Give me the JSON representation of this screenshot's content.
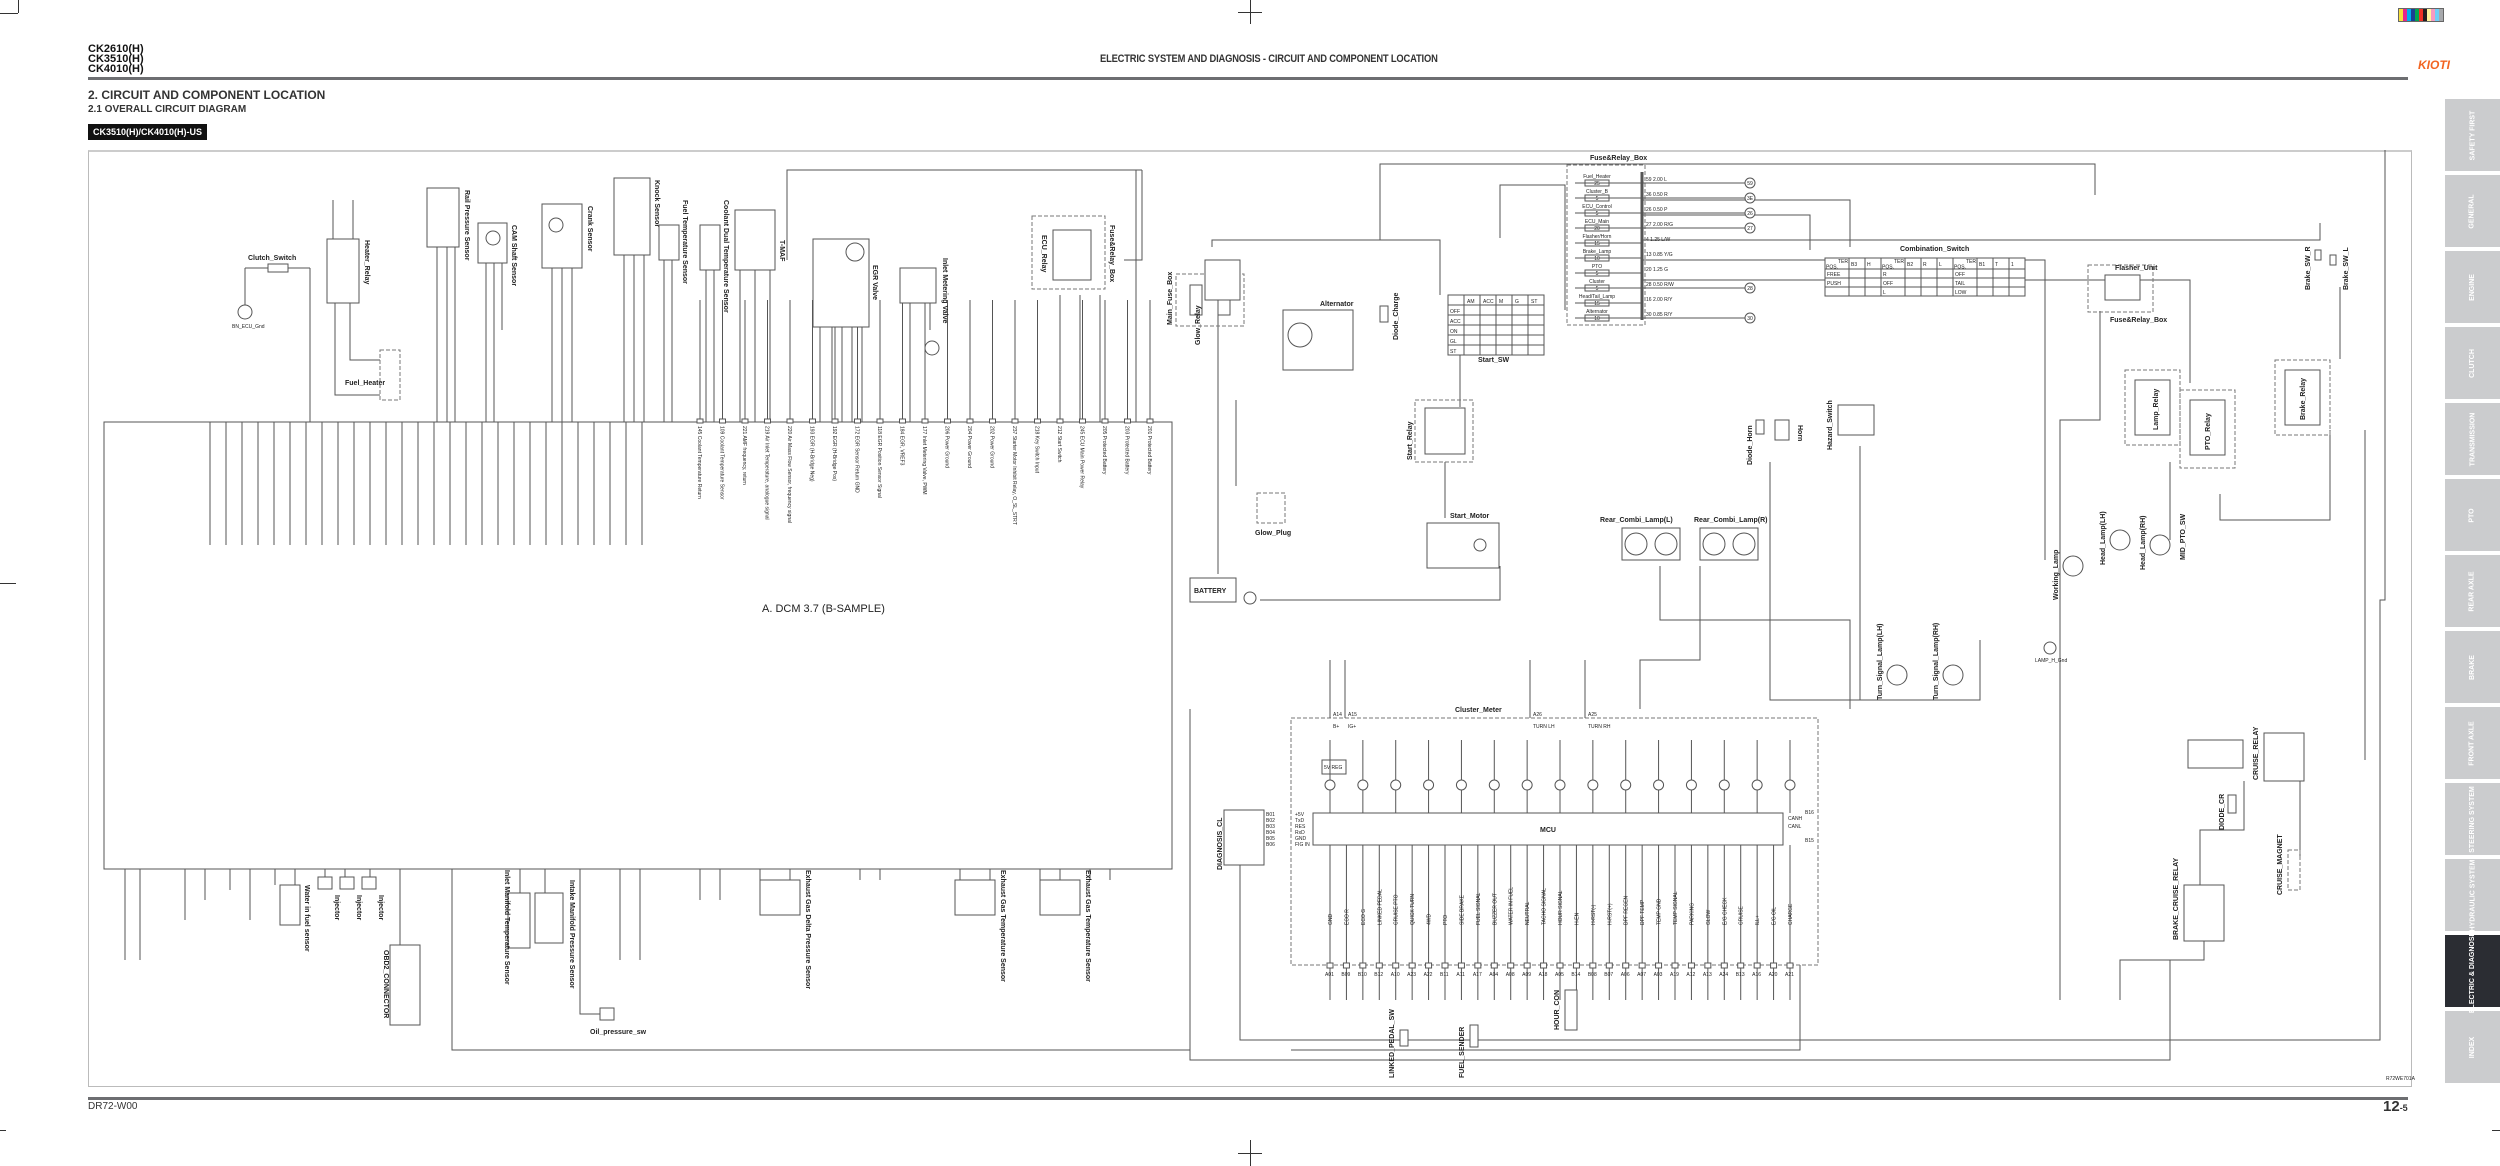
{
  "header": {
    "models": [
      "CK2610(H)",
      "CK3510(H)",
      "CK4010(H)"
    ],
    "title": "ELECTRIC SYSTEM AND DIAGNOSIS - CIRCUIT AND COMPONENT LOCATION",
    "logo_text": "KIOTI",
    "print_colors": [
      "#f7e03b",
      "#e5258c",
      "#00aeef",
      "#1b3f94",
      "#00a650",
      "#ee3124",
      "#231f20",
      "#fff59a",
      "#f49ac1",
      "#6dcff6",
      "#a7a9ac"
    ]
  },
  "section": {
    "heading": "2. CIRCUIT AND COMPONENT LOCATION",
    "subheading": "2.1  OVERALL CIRCUIT DIAGRAM",
    "model_badge": "CK3510(H)/CK4010(H)-US"
  },
  "diagram": {
    "dcm_label": "A. DCM 3.7 (B-SAMPLE)",
    "dcm_pins": [
      "145 Coolant Temperature Return",
      "109 Coolant Temperature Sensor",
      "221 AMF frequency, return",
      "219 Air Inlet Temperature, analogue signal",
      "220 Air Mass Flow Sensor, frequency signal",
      "193 EGR (H-Bridge Neg)",
      "192 EGR (H-Bridge Pos)",
      "172 EGR Sensor Return GND",
      "118 EGR Position Sensor Signal",
      "184 EGR, VREF3",
      "177 Inlet Metering Valve, PWM",
      "206 Power Ground",
      "204 Power Ground",
      "202 Power Ground",
      "237 Starter Motor Inhibit Relay, O_SL_STRT",
      "218 Key Switch Input",
      "212 Start Switch",
      "245 ECU Main Power Relay",
      "205 Protected Battery",
      "203 Protected Battery",
      "201 Protected Battery"
    ],
    "components": {
      "clutch_switch": "Clutch_Switch",
      "bn_ecu_gnd": "BN_ECU_Gnd",
      "heater_relay": "Heater_Relay",
      "fuel_heater": "Fuel_Heater",
      "rail_pressure": "Rail Pressure Sensor",
      "cam_shaft": "CAM Shaft Sensor",
      "crank": "Crank Sensor",
      "knock": "Knock Sensor",
      "fuel_temp": "Fuel Temperature Sensor",
      "coolant": "Coolant Dual Temperature Sensor",
      "tmaf": "T-MAF",
      "egr": "EGR Valve",
      "inlet_metering": "Inlet Metering Valve",
      "ecu_relay": "ECU_Relay",
      "fuse_relay_box": "Fuse&Relay_Box",
      "main_fuse_box": "Main_Fuse_Box",
      "alternator": "Alternator",
      "diode_charge": "Diode_Charge",
      "glow_relay": "Glow_Relay",
      "glow_plug": "Glow_Plug",
      "battery": "BATTERY",
      "start_relay": "Start_Relay",
      "start_motor": "Start_Motor",
      "start_sw": "Start_SW",
      "combination_switch": "Combination_Switch",
      "flasher_unit": "Flasher_Unit",
      "brake_sw_r": "Brake_SW_R",
      "brake_sw_l": "Brake_SW_L",
      "diode_horn": "Diode_Horn",
      "horn": "Horn",
      "hazard_switch": "Hazard_Switch",
      "rear_combi_l": "Rear_Combi_Lamp(L)",
      "rear_combi_r": "Rear_Combi_Lamp(R)",
      "lamp_relay": "Lamp_Relay",
      "pto_relay": "PTO_Relay",
      "brake_relay": "Brake_Relay",
      "working_lamp": "Working_Lamp",
      "head_lamp_lh": "Head_Lamp(LH)",
      "head_lamp_rh": "Head_Lamp(RH)",
      "mid_pto_sw": "MID_PTO_SW",
      "turn_lamp_lh": "Turn_Signal_Lamp(LH)",
      "turn_lamp_rh": "Turn_Signal_Lamp(RH)",
      "lamp_h_gnd": "LAMP_H_Gnd",
      "cruise_relay": "CRUISE_RELAY",
      "brake_cruise_relay": "BRAKE_CRUISE_RELAY",
      "cruise_magnet": "CRUISE_MAGNET",
      "diode_cr": "DIODE_CR",
      "cluster_meter": "Cluster_Meter",
      "mcu": "MCU",
      "diagnosis_cl": "DIAGNOSIS_CL",
      "linked_pedal_sw": "LINKED_PEDAL_SW",
      "fuel_sender": "FUEL_SENDER",
      "hour_con": "HOUR_CON",
      "obd2": "OBD2_CONNECTOR",
      "oil_pressure_sw": "Oil_pressure_sw",
      "water_in_fuel": "Water in fuel sensor",
      "injector": "Injector",
      "inlet_manifold_temp": "Inlet Manifold Temperature Sensor",
      "intake_manifold_pressure": "Intake Manifold Pressure Sensor",
      "exhaust_temp": "Exhaust Gas Temperature Sensor",
      "exhaust_diff_pressure": "Exhaust Gas Delta Pressure Sensor",
      "five_v_reg": "5V REG",
      "drawing_code": "R72WE701A"
    },
    "fuse_box": {
      "rows": [
        {
          "name": "Fuel_Heater",
          "amp": "25",
          "wire": "59 2.00 L",
          "ref": "59"
        },
        {
          "name": "Cluster_B",
          "amp": "5",
          "wire": "36 0.50 R",
          "ref": "3E"
        },
        {
          "name": "ECU_Control",
          "amp": "5",
          "wire": "26 0.50 P",
          "ref": "26"
        },
        {
          "name": "ECU_Main",
          "amp": "20",
          "wire": "27 2.00 R/G",
          "ref": "27"
        },
        {
          "name": "Flasher/Horn",
          "amp": "15",
          "wire": "4 1.25 L/W",
          "ref": ""
        },
        {
          "name": "Brake_Lamp",
          "amp": "10",
          "wire": "13 0.85 Y/G",
          "ref": ""
        },
        {
          "name": "PTO",
          "amp": "5",
          "wire": "20 1.25 G",
          "ref": ""
        },
        {
          "name": "Cluster",
          "amp": "5",
          "wire": "28 0.50 R/W",
          "ref": "28"
        },
        {
          "name": "Head/Tail_Lamp",
          "amp": "15",
          "wire": "16 2.00 R/Y",
          "ref": ""
        },
        {
          "name": "Alternator",
          "amp": "10",
          "wire": "30 0.85 R/Y",
          "ref": "30"
        }
      ]
    },
    "start_sw": {
      "columns": [
        "AM",
        "ACC",
        "M",
        "G",
        "ST"
      ],
      "rows": [
        "OFF",
        "ACC",
        "ON",
        "GL",
        "ST"
      ]
    },
    "combination_switch": {
      "groups": [
        {
          "cols": [
            "B3",
            "H"
          ],
          "rows": [
            "FREE",
            "PUSH",
            ""
          ]
        },
        {
          "cols": [
            "B2",
            "R",
            "L"
          ],
          "rows": [
            "R",
            "OFF",
            "L"
          ]
        },
        {
          "cols": [
            "B1",
            "T",
            "1"
          ],
          "rows": [
            "OFF",
            "TAIL",
            "LOW"
          ]
        }
      ],
      "corner_ter": "TER.",
      "corner_pos": "POS."
    },
    "cluster_pins": [
      [
        "GND",
        "A01"
      ],
      [
        "ECO R",
        "B09"
      ],
      [
        "ECO G",
        "B10"
      ],
      [
        "LINKED PEDAL",
        "B12"
      ],
      [
        "CRUISE PTO",
        "A10"
      ],
      [
        "QUICK TURN",
        "A23"
      ],
      [
        "4WD",
        "A22"
      ],
      [
        "PTO",
        "B11"
      ],
      [
        "SIDE BRAKE",
        "A11"
      ],
      [
        "FUEL SIGNAL",
        "A17"
      ],
      [
        "BUZZER OUT",
        "A04"
      ],
      [
        "WATER IN FUEL",
        "A08"
      ],
      [
        "NEUTRAL",
        "A09"
      ],
      [
        "TACHO SIGNAL",
        "A18"
      ],
      [
        "HOUR SIGNAL",
        "A05"
      ],
      [
        "H-EN",
        "B14"
      ],
      [
        "H-RST(-)",
        "B08"
      ],
      [
        "H-RST(+)",
        "B07"
      ],
      [
        "DPF REGEN",
        "A06"
      ],
      [
        "DPF TEMP",
        "A07"
      ],
      [
        "TEMP GND",
        "A03"
      ],
      [
        "TEMP SIGNAL",
        "A19"
      ],
      [
        "PARKING",
        "A12"
      ],
      [
        "GLOW",
        "A13"
      ],
      [
        "E/G CHECK",
        "A24"
      ],
      [
        "CRUISE",
        "B13"
      ],
      [
        "ILL+",
        "A16"
      ],
      [
        "E/G OIL",
        "A20"
      ],
      [
        "CHARGE",
        "A21"
      ]
    ],
    "cluster_left_pins": [
      [
        "B01",
        "+5V"
      ],
      [
        "B02",
        "TxD"
      ],
      [
        "B03",
        "RES"
      ],
      [
        "B04",
        "RxD"
      ],
      [
        "B05",
        "GND"
      ],
      [
        "B06",
        "FIG IN"
      ]
    ],
    "cluster_top_pins": [
      [
        "A14",
        "B+"
      ],
      [
        "A15",
        "IG+"
      ],
      [
        "A26",
        "TURN LH"
      ],
      [
        "A25",
        "TURN RH"
      ]
    ],
    "cluster_can": [
      [
        "B16",
        "CANH"
      ],
      [
        "B15",
        "CANL"
      ]
    ]
  },
  "tabs": [
    {
      "label": "SAFETY FIRST",
      "active": false
    },
    {
      "label": "GENERAL",
      "active": false
    },
    {
      "label": "ENGINE",
      "active": false
    },
    {
      "label": "CLUTCH",
      "active": false
    },
    {
      "label": "TRANSMISSION",
      "active": false
    },
    {
      "label": "PTO",
      "active": false
    },
    {
      "label": "REAR AXLE",
      "active": false
    },
    {
      "label": "BRAKE",
      "active": false
    },
    {
      "label": "FRONT AXLE",
      "active": false
    },
    {
      "label": "STEERING SYSTEM",
      "active": false
    },
    {
      "label": "HYDRAULIC SYSTEM",
      "active": false
    },
    {
      "label": "ELECTRIC & DIAGNOSIS",
      "active": true
    },
    {
      "label": "INDEX",
      "active": false
    }
  ],
  "footer": {
    "doc_code": "DR72-W00",
    "page_chapter": "12",
    "page_num": "-5"
  }
}
